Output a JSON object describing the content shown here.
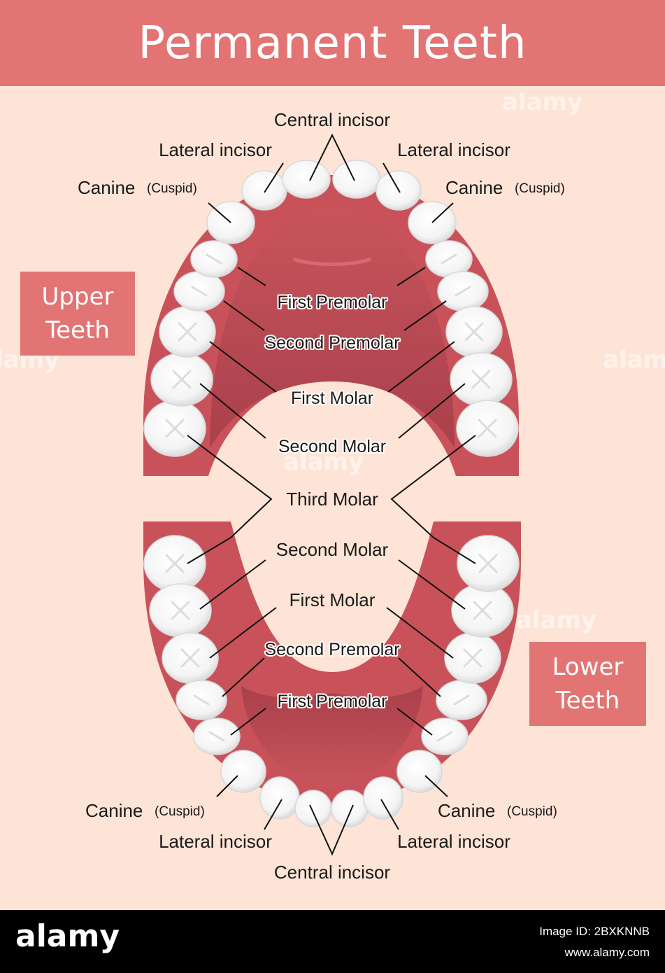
{
  "title": "Permanent Teeth",
  "upper_box": {
    "line1": "Upper",
    "line2": "Teeth"
  },
  "lower_box": {
    "line1": "Lower",
    "line2": "Teeth"
  },
  "labels": {
    "central_incisor": "Central incisor",
    "lateral_incisor": "Lateral incisor",
    "canine": "Canine",
    "cuspid": "(Cuspid)",
    "first_premolar": "First Premolar",
    "second_premolar": "Second Premolar",
    "first_molar": "First Molar",
    "second_molar": "Second Molar",
    "third_molar": "Third Molar"
  },
  "watermark": "alamy",
  "footer": {
    "logo": "alamy",
    "image_id": "Image ID: 2BXKNNB",
    "site": "www.alamy.com"
  },
  "colors": {
    "background": "#fde4d6",
    "title_bar": "#e27474",
    "gum": "#c9525a",
    "palate": "#b84a54",
    "tooth": "#ffffff"
  }
}
